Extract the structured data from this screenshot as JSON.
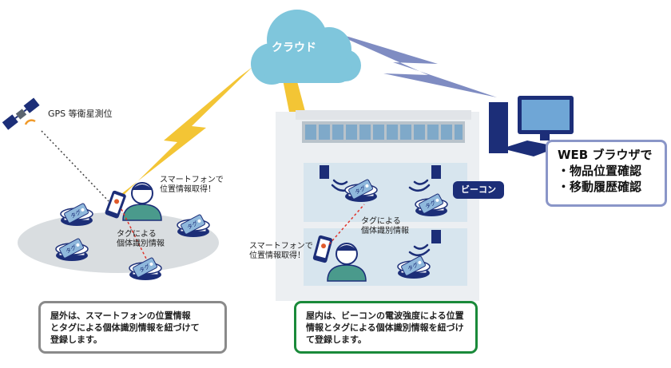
{
  "cloud": {
    "label": "クラウド"
  },
  "gps": {
    "label": "GPS 等衛星測位"
  },
  "outdoor": {
    "phone_label": "スマートフォンで\n位置情報取得！",
    "tag_label": "タグによる\n個体識別情報",
    "tag_text": "タグ",
    "description": "屋外は、スマートフォンの位置情報\nとタグによる個体識別情報を紐づけて\n登録します。"
  },
  "indoor": {
    "phone_label": "スマートフォンで\n位置情報取得！",
    "tag_label": "タグによる\n個体識別情報",
    "tag_text": "タグ",
    "beacon_label": "ビーコン",
    "description": "屋内は、ビーコンの電波強度による位置\n情報とタグによる個体識別情報を紐づけ\nて登録します。"
  },
  "web": {
    "title": "WEB ブラウザで",
    "items": [
      "・物品位置確認",
      "・移動履歴確認"
    ]
  },
  "colors": {
    "cloud": "#7fc6dc",
    "outdoor_border": "#8a8a8a",
    "indoor_border": "#1a8a3a",
    "web_border": "#8a96c8",
    "beacon": "#1c2e78",
    "lightning": "#f3c535",
    "lightning_web": "#7f8cc2"
  }
}
